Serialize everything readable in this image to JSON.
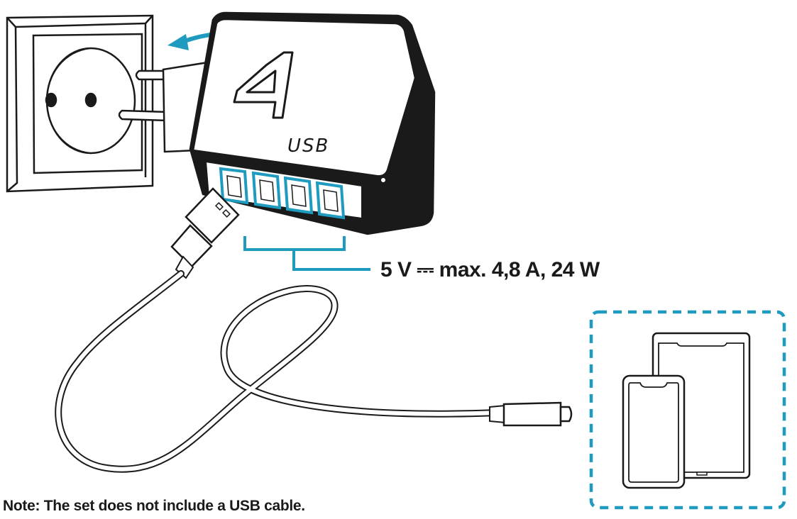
{
  "charger": {
    "port_count_label": "4",
    "type_label": "USB",
    "port_count": 4
  },
  "spec_text": "5 V ⎓ max. 4,8 A, 24 W",
  "note_text": "Note: The set does not include a USB cable.",
  "icons": [
    "wall-socket-icon",
    "insert-arrow-icon",
    "usb-charger-icon",
    "usb-cable-icon",
    "smartphone-icon",
    "tablet-icon"
  ],
  "colors": {
    "accent": "#1f9bbf",
    "line": "#1a1a1a",
    "background": "#ffffff"
  }
}
